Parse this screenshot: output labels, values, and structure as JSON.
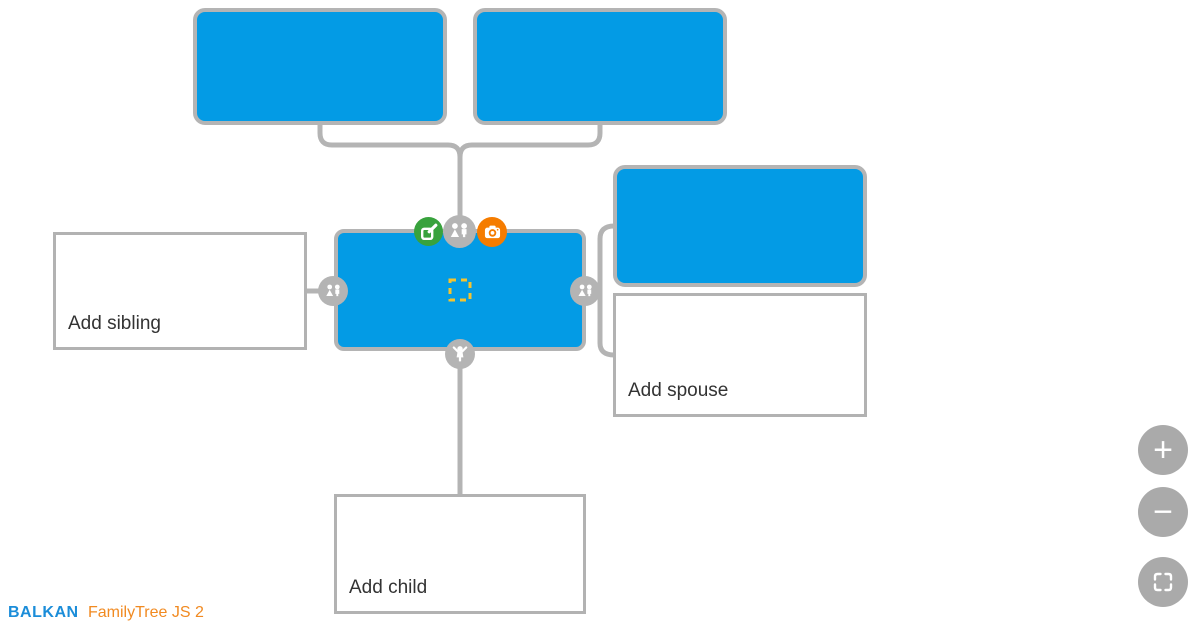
{
  "logo": {
    "brand": "BALKAN",
    "product": "FamilyTree JS 2"
  },
  "placeholders": {
    "add_sibling": "Add sibling",
    "add_spouse": "Add spouse",
    "add_child": "Add child"
  },
  "nodes": {
    "parent_left": {
      "type": "person",
      "text": ""
    },
    "parent_right": {
      "type": "person",
      "text": ""
    },
    "selected": {
      "type": "person",
      "text": "",
      "selected": true
    },
    "spouse": {
      "type": "person",
      "text": ""
    }
  },
  "node_toolbar": {
    "edit_icon": "edit-pencil-icon",
    "add_parents_icon": "parents-icon",
    "photo_icon": "camera-icon",
    "add_sibling_icon": "siblings-icon",
    "add_spouse_icon": "couple-icon",
    "add_child_icon": "child-icon"
  },
  "controls": {
    "zoom_in": "+",
    "zoom_out": "−",
    "fit_icon": "fit-screen-icon"
  },
  "colors": {
    "node_fill": "#039be5",
    "link_gray": "#b4b4b4",
    "border_gray": "#b4b4b4",
    "control_gray": "#aaaaaa",
    "edit_green": "#38a23d",
    "camera_orange": "#f57c00",
    "selection_yellow": "#f4c430",
    "brand_blue": "#1b8dd9",
    "brand_orange": "#f18a21",
    "label_text": "#333333",
    "background": "#ffffff"
  }
}
